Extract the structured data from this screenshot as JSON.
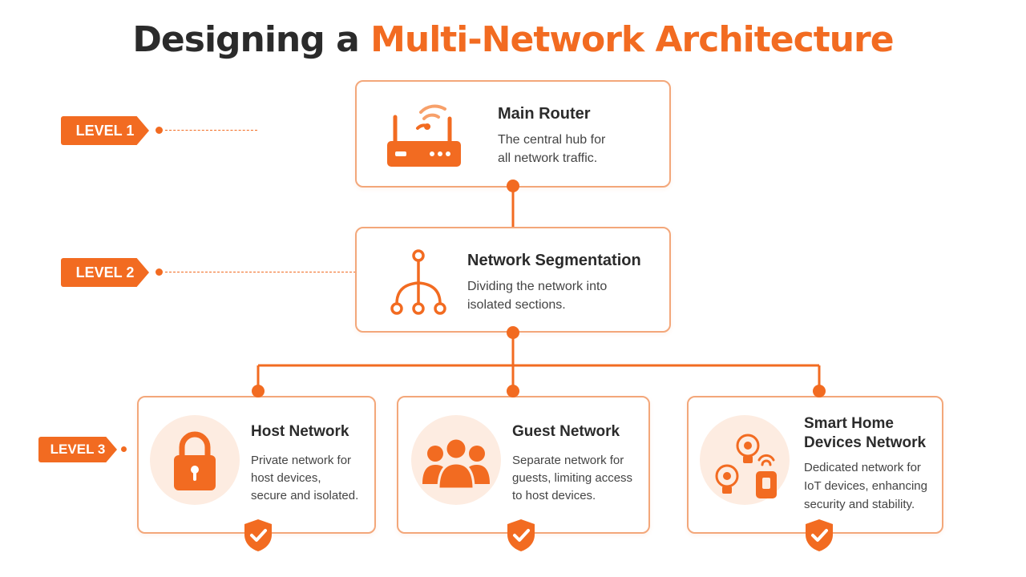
{
  "title": {
    "part1": "Designing a ",
    "part2": "Multi-Network Architecture"
  },
  "levels": [
    "LEVEL 1",
    "LEVEL 2",
    "LEVEL 3"
  ],
  "main_router": {
    "title": "Main Router",
    "desc_line1": "The central hub for",
    "desc_line2": "all network traffic.",
    "icon": "router-icon"
  },
  "segmentation": {
    "title": "Network Segmentation",
    "desc_line1": "Dividing the network into",
    "desc_line2": "isolated sections.",
    "icon": "network-tree-icon"
  },
  "host": {
    "title": "Host Network",
    "desc_line1": "Private network for",
    "desc_line2": "host devices,",
    "desc_line3": "secure and isolated.",
    "icon": "lock-icon"
  },
  "guest": {
    "title": "Guest Network",
    "desc_line1": "Separate network for",
    "desc_line2": "guests, limiting access",
    "desc_line3": "to host devices.",
    "icon": "users-icon"
  },
  "smart": {
    "title_line1": "Smart Home",
    "title_line2": "Devices Network",
    "desc_line1": "Dedicated network for",
    "desc_line2": "IoT devices, enhancing",
    "desc_line3": "security and stability.",
    "icon": "smart-devices-icon"
  },
  "colors": {
    "accent": "#f26b21",
    "border": "#f3a77a",
    "icon_bg": "#fdece1",
    "text": "#2b2b2b"
  }
}
